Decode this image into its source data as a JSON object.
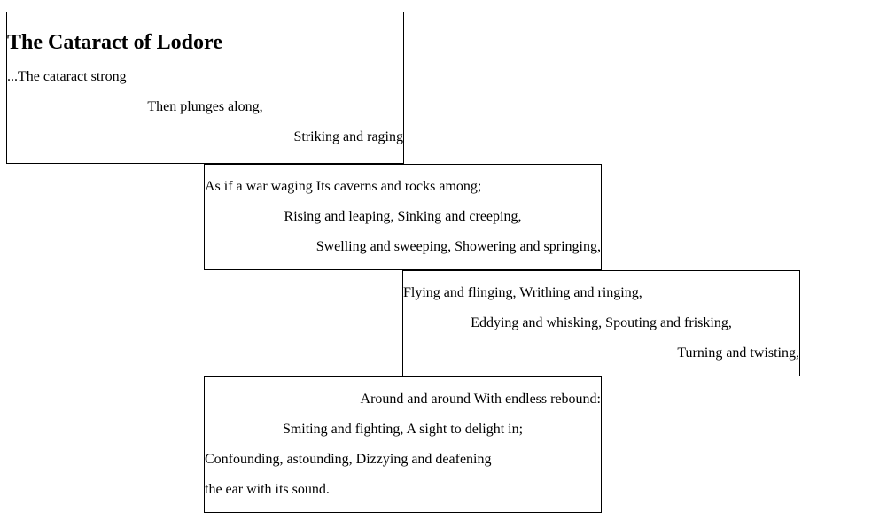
{
  "poem": {
    "title": "The Cataract of Lodore",
    "stanzas": [
      {
        "lines": [
          "...The cataract strong",
          "Then plunges along,",
          "Striking and raging"
        ]
      },
      {
        "lines": [
          "As if a war waging Its caverns and rocks among;",
          "Rising and leaping, Sinking and creeping,",
          "Swelling and sweeping, Showering and springing,"
        ]
      },
      {
        "lines": [
          "Flying and flinging, Writhing and ringing,",
          "Eddying and whisking, Spouting and frisking,",
          "Turning and twisting,"
        ]
      },
      {
        "lines": [
          "Around and around With endless rebound:",
          "Smiting and fighting, A sight to delight in;",
          "Confounding, astounding, Dizzying and deafening",
          "the ear with its sound."
        ]
      }
    ]
  }
}
